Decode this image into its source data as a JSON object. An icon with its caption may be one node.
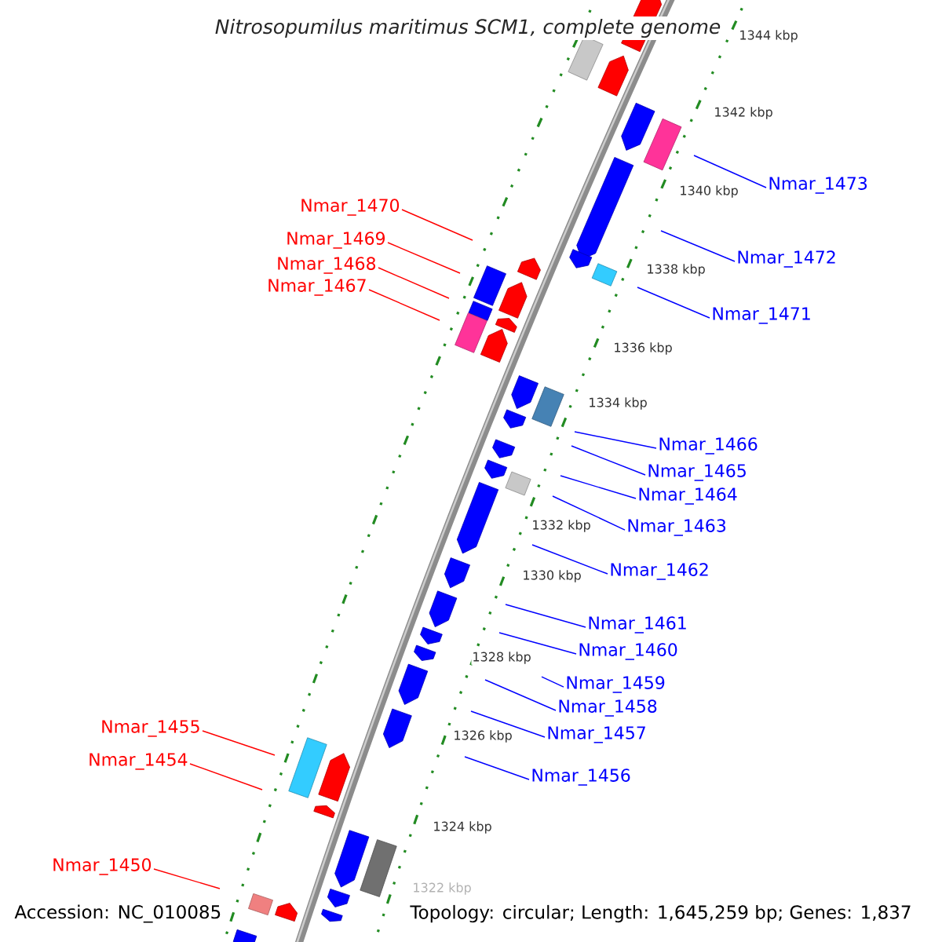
{
  "diagram": {
    "title": "Nitrosopumilus maritimus SCM1, complete genome",
    "nodes": [
      {
        "text": [
          "Nmar_1473"
        ]
      },
      {
        "text": [
          "Nmar_1470"
        ]
      },
      {
        "text": [
          "Nmar_1469"
        ]
      },
      {
        "text": [
          "Nmar_1472"
        ]
      },
      {
        "text": [
          "Nmar_1468"
        ]
      },
      {
        "text": [
          "Nmar_1467"
        ]
      },
      {
        "text": [
          "Nmar_1471"
        ]
      },
      {
        "text": [
          "Nmar_1466"
        ]
      },
      {
        "text": [
          "Nmar_1465"
        ]
      },
      {
        "text": [
          "Nmar_1464"
        ]
      },
      {
        "text": [
          "Nmar_1463"
        ]
      },
      {
        "text": [
          "Nmar_1462"
        ]
      },
      {
        "text": [
          "Nmar_1461"
        ]
      },
      {
        "text": [
          "Nmar_1460"
        ]
      },
      {
        "text": [
          "Nmar_1459"
        ]
      },
      {
        "text": [
          "Nmar_1458"
        ]
      },
      {
        "text": [
          "Nmar_1457"
        ]
      },
      {
        "text": [
          "Nmar_1456"
        ]
      },
      {
        "text": [
          "Nmar_1455"
        ]
      },
      {
        "text": [
          "Nmar_1454"
        ]
      },
      {
        "text": [
          "Nmar_1450"
        ]
      }
    ],
    "edges": [
      {
        "from": 0,
        "to": null,
        "arrow": "none"
      },
      {
        "from": 1,
        "to": null,
        "arrow": "none",
        "color": "#ff0000"
      },
      {
        "from": 2,
        "to": null,
        "arrow": "none",
        "color": "#ff0000"
      },
      {
        "from": 3,
        "to": null,
        "arrow": "none"
      },
      {
        "from": 4,
        "to": null,
        "arrow": "none",
        "color": "#ff0000"
      },
      {
        "from": 5,
        "to": null,
        "arrow": "none",
        "color": "#ff0000"
      },
      {
        "from": 6,
        "to": null,
        "arrow": "none"
      },
      {
        "from": 7,
        "to": null,
        "arrow": "none"
      },
      {
        "from": 8,
        "to": null,
        "arrow": "none"
      },
      {
        "from": 9,
        "to": null,
        "arrow": "none"
      },
      {
        "from": 10,
        "to": null,
        "arrow": "none"
      },
      {
        "from": 11,
        "to": null,
        "arrow": "none"
      },
      {
        "from": 12,
        "to": null,
        "arrow": "none"
      },
      {
        "from": 13,
        "to": null,
        "arrow": "none"
      },
      {
        "from": 14,
        "to": null,
        "arrow": "none"
      },
      {
        "from": 15,
        "to": null,
        "arrow": "none"
      },
      {
        "from": 16,
        "to": null,
        "arrow": "none"
      },
      {
        "from": 17,
        "to": null,
        "arrow": "none"
      },
      {
        "from": 18,
        "to": null,
        "arrow": "none",
        "color": "#ff0000"
      },
      {
        "from": 19,
        "to": null,
        "arrow": "none",
        "color": "#ff0000"
      },
      {
        "from": 20,
        "to": null,
        "arrow": "none",
        "color": "#ff0000"
      }
    ],
    "labels": [
      "1344 kbp",
      "1342 kbp",
      "1340 kbp",
      "1338 kbp",
      "1336 kbp",
      "1334 kbp",
      "1332 kbp",
      "1330 kbp",
      "1328 kbp",
      "1326 kbp",
      "1324 kbp",
      "1322 kbp",
      "Accession: NC_010085",
      "Topology: circular; Length: 1,645,259 bp; Genes: 1,837"
    ]
  }
}
